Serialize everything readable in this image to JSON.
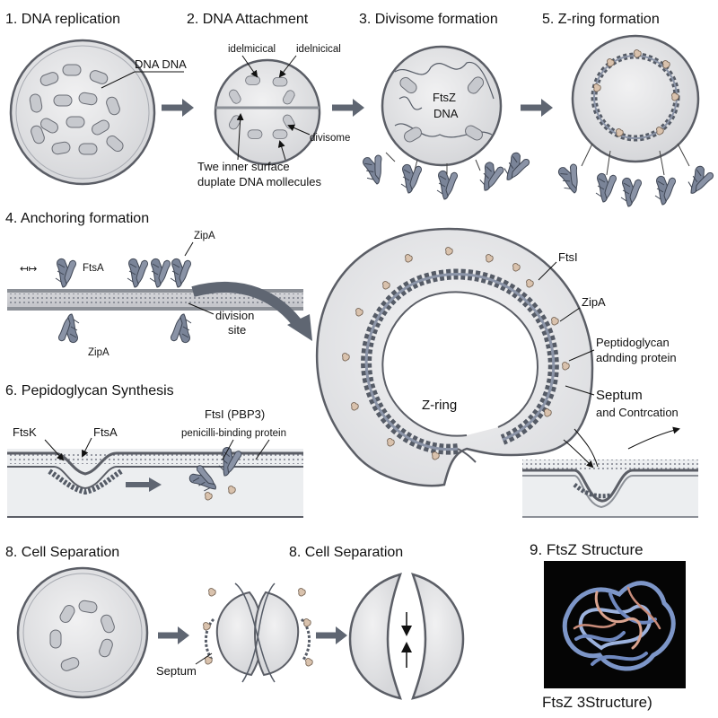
{
  "panels": {
    "p1": {
      "title": "1. DNA replication",
      "label": "DNA DNA"
    },
    "p2": {
      "title": "2. DNA Attachment",
      "label_left": "idelmicical",
      "label_right": "idelnicical",
      "label_divisome": "divisome",
      "caption_1": "Twe inner surface",
      "caption_2": "duplate DNA mollecules"
    },
    "p3": {
      "title": "3. Divisome formation",
      "label_1": "FtsZ",
      "label_2": "DNA"
    },
    "p5": {
      "title": "5. Z-ring formation"
    },
    "p4": {
      "title": "4. Anchoring formation",
      "label_zipa_top": "ZipA",
      "label_ftsa": "FtsA",
      "label_zipa_bottom": "ZipA",
      "label_division_1": "division",
      "label_division_2": "site",
      "label_icon": "↤↦"
    },
    "pbig": {
      "label_ftsi": "FtsI",
      "label_zipa": "ZipA",
      "label_pbp_1": "Peptidoglycan",
      "label_pbp_2": "adnding protein",
      "label_septum_1": "Septum",
      "label_septum_2": "and Contrcation",
      "label_zring": "Z-ring"
    },
    "p6": {
      "title": "6. Pepidoglycan Synthesis",
      "label_ftsk": "FtsK",
      "label_ftsa": "FtsA",
      "label_ftsi_1": "FtsI (PBP3)",
      "label_ftsi_2": "penicilli-binding protein"
    },
    "p8a": {
      "title": "8. Cell Separation",
      "label_septum": "Septum"
    },
    "p8b": {
      "title": "8. Cell Separation"
    },
    "p9": {
      "title": "9. FtsZ Structure",
      "caption": "FtsZ 3Structure)"
    }
  },
  "colors": {
    "cell_fill": "#e4e4e6",
    "cell_stroke": "#5b5e66",
    "protein": "#7a8498",
    "protein_dark": "#4d5566",
    "arrow": "#5f6672",
    "accent": "#c9a98a"
  }
}
